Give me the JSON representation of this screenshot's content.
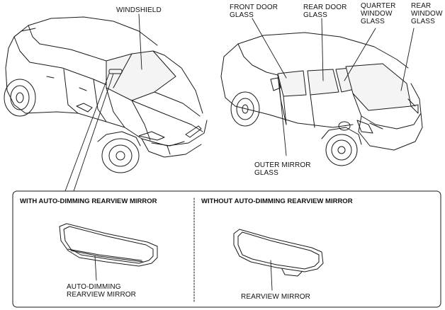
{
  "callouts": {
    "windshield": [
      "WINDSHIELD"
    ],
    "front_door_glass": [
      "FRONT DOOR",
      "GLASS"
    ],
    "rear_door_glass": [
      "REAR DOOR",
      "GLASS"
    ],
    "quarter_window_glass": [
      "QUARTER",
      "WINDOW",
      "GLASS"
    ],
    "rear_window_glass": [
      "REAR",
      "WINDOW",
      "GLASS"
    ],
    "outer_mirror_glass": [
      "OUTER MIRROR",
      "GLASS"
    ]
  },
  "panels": {
    "left_title": "WITH AUTO-DIMMING REARVIEW MIRROR",
    "right_title": "WITHOUT AUTO-DIMMING REARVIEW MIRROR",
    "left_callout": [
      "AUTO-DIMMING",
      "REARVIEW MIRROR"
    ],
    "right_callout": [
      "REARVIEW MIRROR"
    ]
  },
  "colors": {
    "line": "#1a1a1a",
    "background": "#ffffff",
    "glass_fill": "#f4f4f4"
  }
}
